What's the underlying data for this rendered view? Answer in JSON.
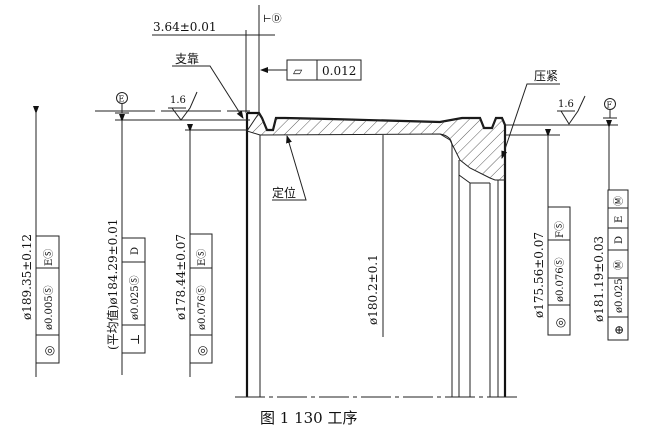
{
  "top": {
    "dim_width": "3.64±0.01",
    "datum_d": "⊢Ⓓ",
    "flatness_symbol": "▱",
    "flatness_value": "0.012",
    "label_support": "支靠",
    "label_press": "压紧",
    "label_locate": "定位",
    "roughness_left": "1.6",
    "roughness_right": "1.6",
    "datum_e": "E",
    "datum_f": "F"
  },
  "dims": [
    {
      "label": "ø189.35±0.12",
      "fcf": [
        "EⓈ",
        "ø0.005Ⓢ",
        "◎"
      ]
    },
    {
      "label": "(平均值)ø184.29±0.01",
      "fcf": [
        "D",
        "ø0.025Ⓢ",
        "⊥"
      ]
    },
    {
      "label": "ø178.44±0.07",
      "fcf": [
        "EⓈ",
        "ø0.076Ⓢ",
        "◎"
      ]
    },
    {
      "label": "ø180.2±0.1"
    },
    {
      "label": "ø175.56±0.07",
      "fcf": [
        "FⓈ",
        "ø0.076Ⓢ",
        "◎"
      ]
    },
    {
      "label": "ø181.19±0.03",
      "fcf": [
        "Ⓜ",
        "E",
        "D",
        "Ⓜ",
        "ø0.025",
        "⊕"
      ]
    }
  ],
  "caption": "图 1 130 工序"
}
